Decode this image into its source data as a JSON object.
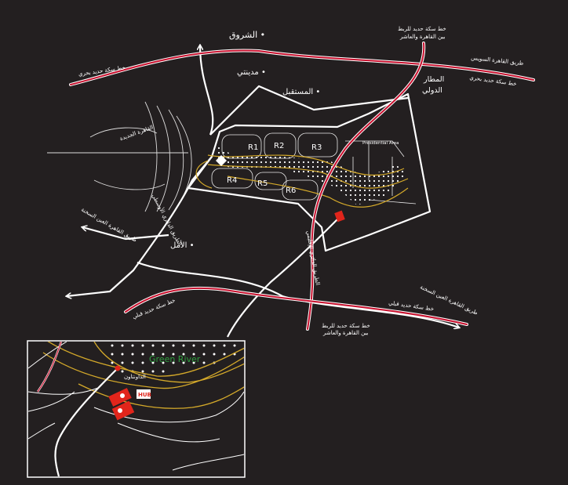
{
  "colors": {
    "background": "#231f20",
    "road": "#ffffff",
    "railway": "#c8102e",
    "ring_road": "#d4a92a",
    "green_river_dots": "#ffffff",
    "inset_title": "#2e9e3e",
    "marker": "#e1251b"
  },
  "districts": {
    "shorouk": "الشروق •",
    "madinaty": "مدينتي •",
    "mostakbal": "المستقبل •",
    "new_cairo": "القاهرة الجديدة",
    "amal": "الأمل •",
    "airport": "المطار\nالدولي"
  },
  "roads": {
    "suez_road": "طريق القاهرة السويس",
    "ain_sokhna_left": "طريق القاهرة العين السخنة",
    "ain_sokhna_right": "طريق القاهرة العين السخنة",
    "middle_ring": "الطريق الدائري الأوسطي",
    "regional_ring": "الطريق الدائري الإقليمي"
  },
  "railways": {
    "north_left": "خط سكة حديد بحري",
    "north_right": "خط سكة حديد بحري",
    "top_link": "خط سكة حديد للربط\nبين القاهرة والعاشر",
    "bottom_link": "خط سكة حديد للربط\nبين القاهرة والعاشر",
    "south_left": "خط سكة حديد قبلي",
    "south_right": "خط سكة حديد قبلي"
  },
  "zones": [
    "R1",
    "R2",
    "R3",
    "R4",
    "R5",
    "R6"
  ],
  "presidential_area": "Presidential Area",
  "inset": {
    "title": "Green River",
    "marker_label": "الداونتاون",
    "badge": "HUB"
  }
}
